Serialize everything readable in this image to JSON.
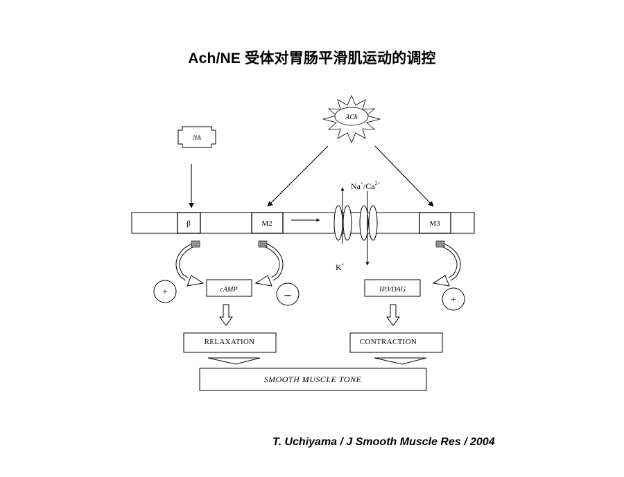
{
  "title": "Ach/NE 受体对胃肠平滑肌运动的调控",
  "citation": "T. Uchiyama / J Smooth Muscle Res / 2004",
  "diagram": {
    "ligands": {
      "na": "NA",
      "ach": "ACh"
    },
    "receptors": {
      "beta": "β",
      "m2": "M2",
      "m3": "M3"
    },
    "ions": {
      "na_ca_base": "Na",
      "na_sup": "+",
      "ca_base": "/Ca",
      "ca_sup": "2+",
      "k_base": "K",
      "k_sup": "+"
    },
    "messengers": {
      "camp": "cAMP",
      "ip3_dag": "IP3/DAG"
    },
    "signs": {
      "plus_left": "+",
      "minus": "–",
      "plus_right": "+"
    },
    "outcomes": {
      "relaxation": "RELAXATION",
      "contraction": "CONTRACTION"
    },
    "result": "SMOOTH  MUSCLE  TONE"
  }
}
